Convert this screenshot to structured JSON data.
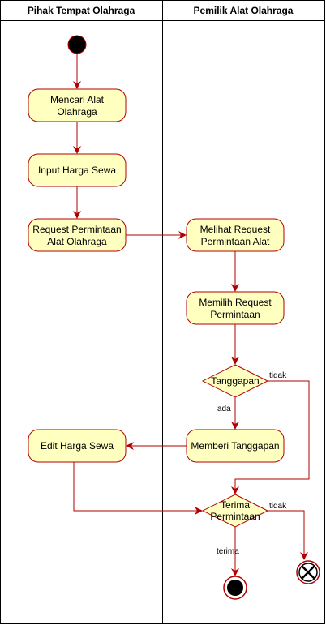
{
  "lanes": {
    "left_title": "Pihak Tempat Olahraga",
    "right_title": "Pemilik Alat Olahraga"
  },
  "nodes": {
    "mencari": {
      "line1": "Mencari Alat",
      "line2": "Olahraga"
    },
    "input_harga": {
      "line1": "Input Harga Sewa"
    },
    "request": {
      "line1": "Request Permintaan",
      "line2": "Alat Olahraga"
    },
    "melihat": {
      "line1": "Melihat Request",
      "line2": "Permintaan Alat"
    },
    "memilih": {
      "line1": "Memilih Request",
      "line2": "Permintaan"
    },
    "tanggapan": {
      "line1": "Tanggapan"
    },
    "memberi": {
      "line1": "Memberi Tanggapan"
    },
    "edit": {
      "line1": "Edit Harga Sewa"
    },
    "terima": {
      "line1": "Terima",
      "line2": "Permintaan"
    }
  },
  "edge_labels": {
    "tidak_1": "tidak",
    "ada": "ada",
    "tidak_2": "tidak",
    "terima": "terima"
  },
  "colors": {
    "node_fill": "#ffffc0",
    "node_stroke": "#b20000",
    "edge": "#b20000",
    "lane_border": "#000000"
  }
}
